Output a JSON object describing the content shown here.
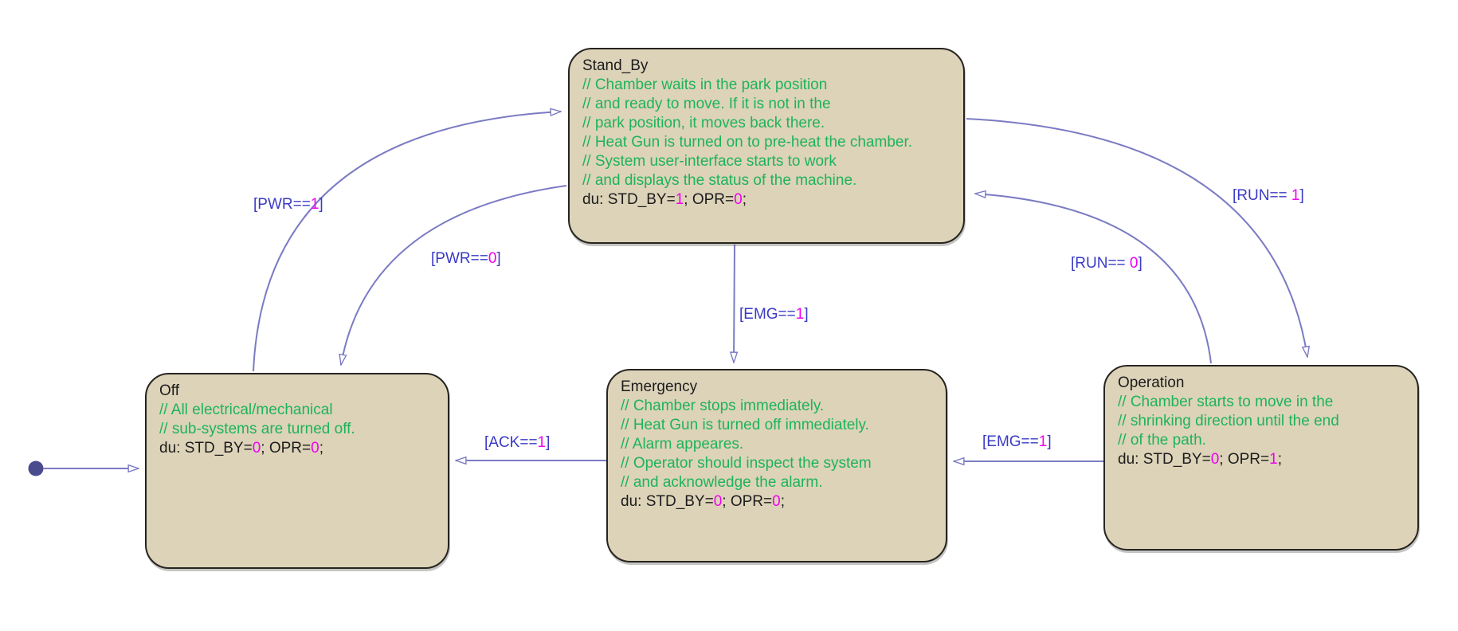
{
  "colors": {
    "state_fill": "#ddd3b9",
    "state_border": "#26241f",
    "comment_green": "#1eb35a",
    "literal_magenta": "#f000f0",
    "transition_line_blue": "#7b7bc4",
    "label_blue": "#3a3ac6",
    "text_black": "#1c1c1c",
    "initial_dot_blue": "#4a4a8f"
  },
  "states": [
    {
      "name": "Off",
      "comments": [
        "// All electrical/mechanical",
        "// sub-systems are turned off."
      ],
      "code": {
        "pre": "du: STD_BY=",
        "v1": "0",
        "mid": "; OPR=",
        "v2": "0",
        "end": ";"
      }
    },
    {
      "name": "Stand_By",
      "comments": [
        "// Chamber waits in the park position",
        "// and ready to move. If it is not in the",
        "// park position, it moves back there.",
        "// Heat Gun is turned on to pre-heat the chamber.",
        "// System user-interface starts to work",
        "// and displays the status of the machine."
      ],
      "code": {
        "pre": "du: STD_BY=",
        "v1": "1",
        "mid": "; OPR=",
        "v2": "0",
        "end": ";"
      }
    },
    {
      "name": "Emergency",
      "comments": [
        "// Chamber stops immediately.",
        "// Heat Gun is turned off immediately.",
        "// Alarm appeares.",
        "// Operator should inspect the system",
        "// and acknowledge the alarm."
      ],
      "code": {
        "pre": "du: STD_BY=",
        "v1": "0",
        "mid": "; OPR=",
        "v2": "0",
        "end": ";"
      }
    },
    {
      "name": "Operation",
      "comments": [
        "// Chamber starts to move in the",
        "// shrinking direction until the end",
        "// of the path.",
        ""
      ],
      "code": {
        "pre": "du: STD_BY=",
        "v1": "0",
        "mid": "; OPR=",
        "v2": "1",
        "end": ";"
      }
    }
  ],
  "transitions": [
    {
      "from": "Off",
      "to": "Stand_By",
      "label_pre": "[PWR==",
      "label_num": "1",
      "label_post": "]"
    },
    {
      "from": "Stand_By",
      "to": "Off",
      "label_pre": "[PWR==",
      "label_num": "0",
      "label_post": "]"
    },
    {
      "from": "Stand_By",
      "to": "Emergency",
      "label_pre": "[EMG==",
      "label_num": "1",
      "label_post": "]"
    },
    {
      "from": "Stand_By",
      "to": "Operation",
      "label_pre": "[RUN== ",
      "label_num": "1",
      "label_post": "]"
    },
    {
      "from": "Operation",
      "to": "Stand_By",
      "label_pre": "[RUN== ",
      "label_num": "0",
      "label_post": "]"
    },
    {
      "from": "Operation",
      "to": "Emergency",
      "label_pre": "[EMG==",
      "label_num": "1",
      "label_post": "]"
    },
    {
      "from": "Emergency",
      "to": "Off",
      "label_pre": "[ACK==",
      "label_num": "1",
      "label_post": "]"
    }
  ],
  "initial": {
    "to": "Off"
  }
}
